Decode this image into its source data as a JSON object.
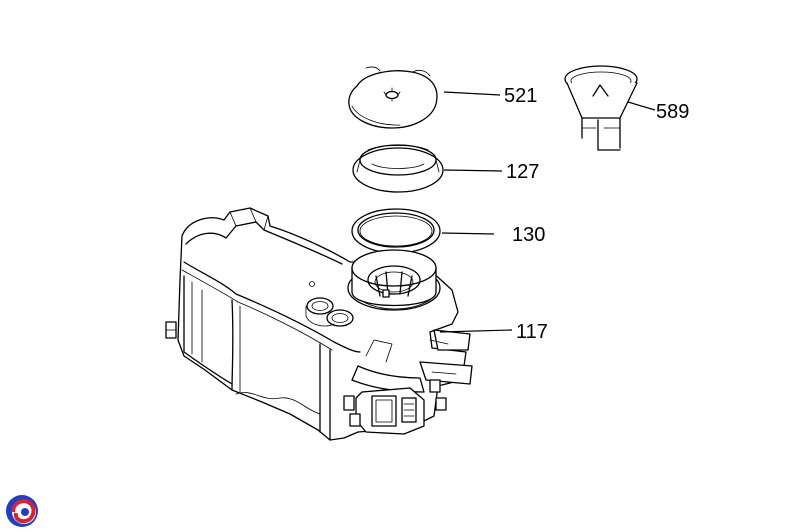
{
  "callouts": {
    "c521": "521",
    "c589": "589",
    "c127": "127",
    "c130": "130",
    "c117": "117"
  },
  "logo": {
    "icon": "swirl-logo-icon",
    "colors": [
      "#1e40c8",
      "#e0202a"
    ]
  }
}
